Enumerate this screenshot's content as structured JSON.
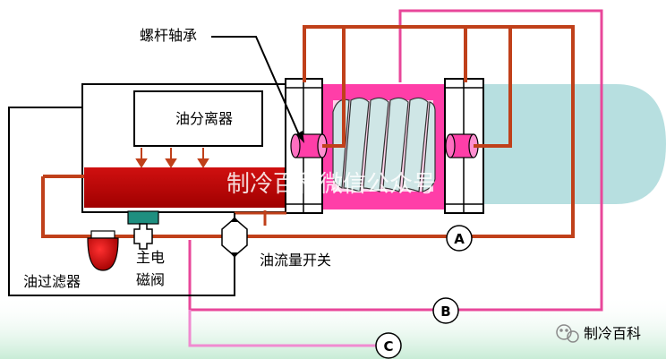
{
  "labels": {
    "screw_bearing": "螺杆轴承",
    "oil_separator": "油分离器",
    "watermark": "制冷百科微信公众号",
    "oil_filter": "油过滤器",
    "solenoid_line1": "主电",
    "solenoid_line2": "磁阀",
    "oil_flow_switch": "油流量开关",
    "point_a": "A",
    "point_b": "B",
    "point_c": "C",
    "brand": "制冷百科"
  },
  "colors": {
    "oil_line": "#c0401a",
    "pink_line": "#e8479a",
    "light_pink_line": "#f08ad0",
    "oil_reservoir": "#c00000",
    "rotor_chamber": "#ff3ea8",
    "motor_housing": "#b7dfe0",
    "solenoid_cap": "#1e8f80",
    "bg_gradient_bottom": "#c8ecd6"
  }
}
